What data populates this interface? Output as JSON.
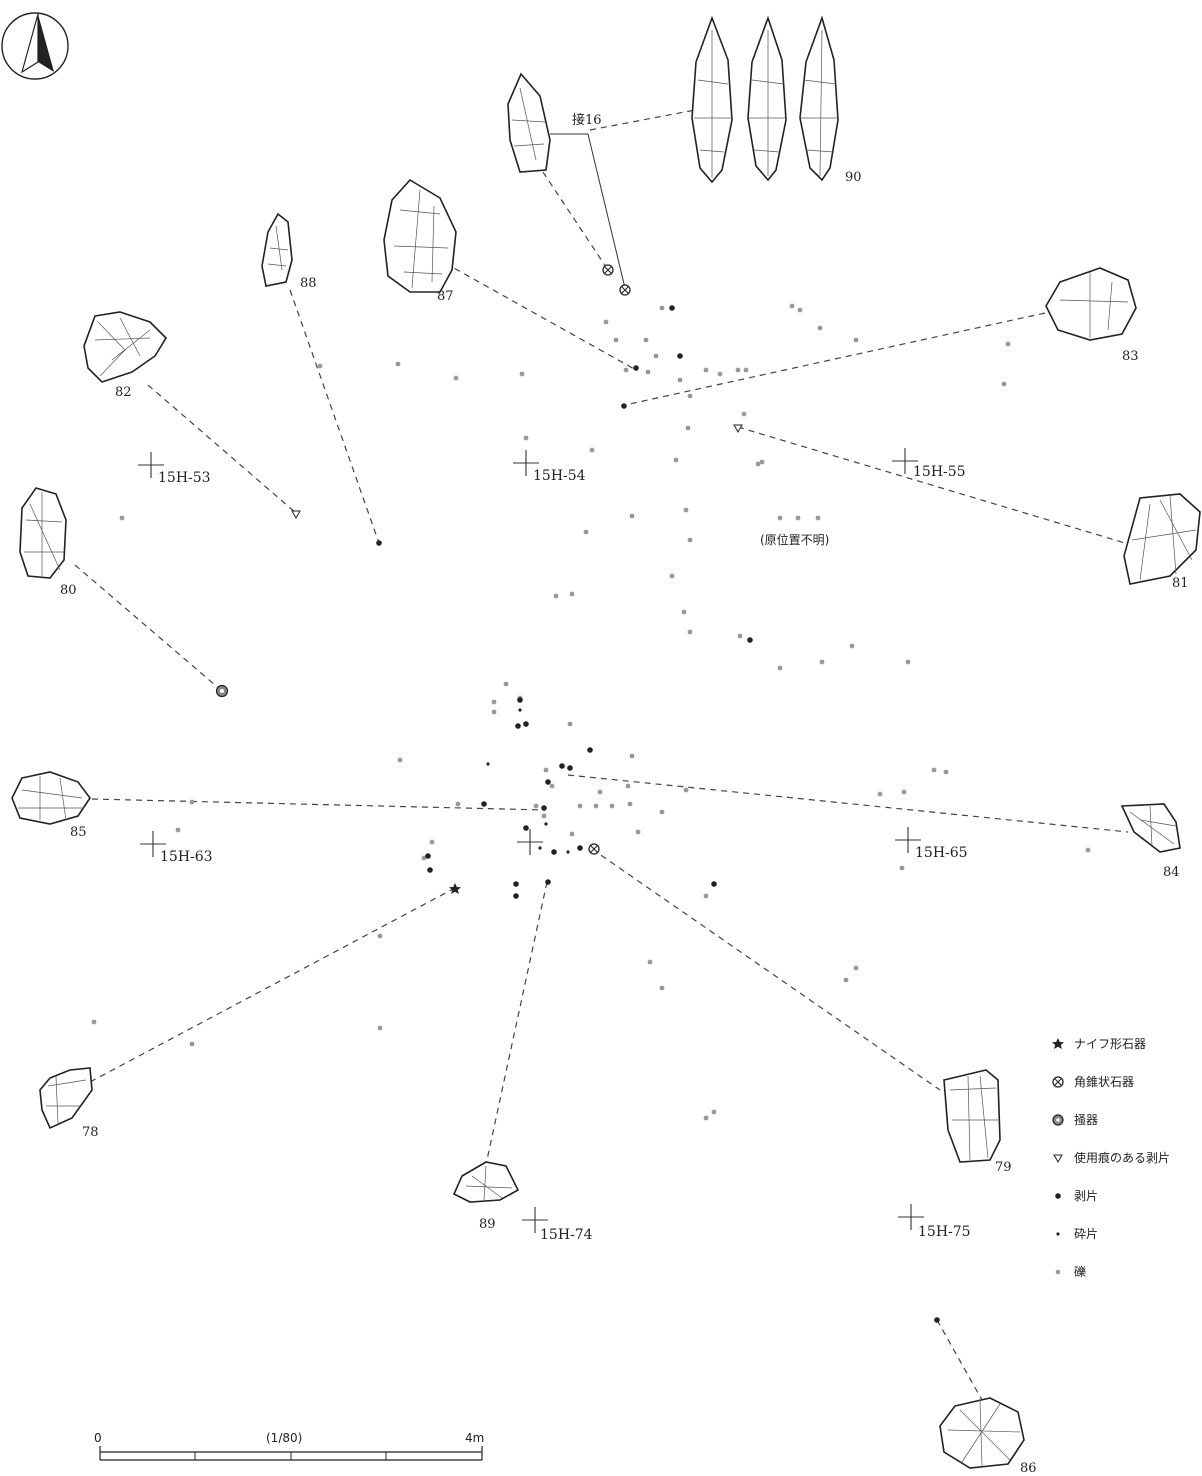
{
  "artifacts": {
    "a78": "78",
    "a79": "79",
    "a80": "80",
    "a81": "81",
    "a82": "82",
    "a83": "83",
    "a84": "84",
    "a85": "85",
    "a86": "86",
    "a87": "87",
    "a88": "88",
    "a89": "89",
    "a90": "90"
  },
  "refit_label": "接16",
  "unknown_location": "(原位置不明)",
  "grid_points": {
    "g53": "15H-53",
    "g54": "15H-54",
    "g55": "15H-55",
    "g63": "15H-63",
    "g65": "15H-65",
    "g74": "15H-74",
    "g75": "15H-75"
  },
  "legend": [
    {
      "symbol": "star",
      "label": "ナイフ形石器"
    },
    {
      "symbol": "circle-x",
      "label": "角錐状石器"
    },
    {
      "symbol": "circle-dot",
      "label": "掻器"
    },
    {
      "symbol": "triangle-down",
      "label": "使用痕のある剥片"
    },
    {
      "symbol": "dot-large",
      "label": "剥片"
    },
    {
      "symbol": "dot-small",
      "label": "砕片"
    },
    {
      "symbol": "dot-gray",
      "label": "礫"
    }
  ],
  "scale": {
    "start": "0",
    "ratio": "(1/80)",
    "end": "4m"
  },
  "north_arrow": "north-arrow-icon",
  "colors": {
    "ink": "#222222",
    "gray_dot": "#999999",
    "leader": "#444444"
  }
}
